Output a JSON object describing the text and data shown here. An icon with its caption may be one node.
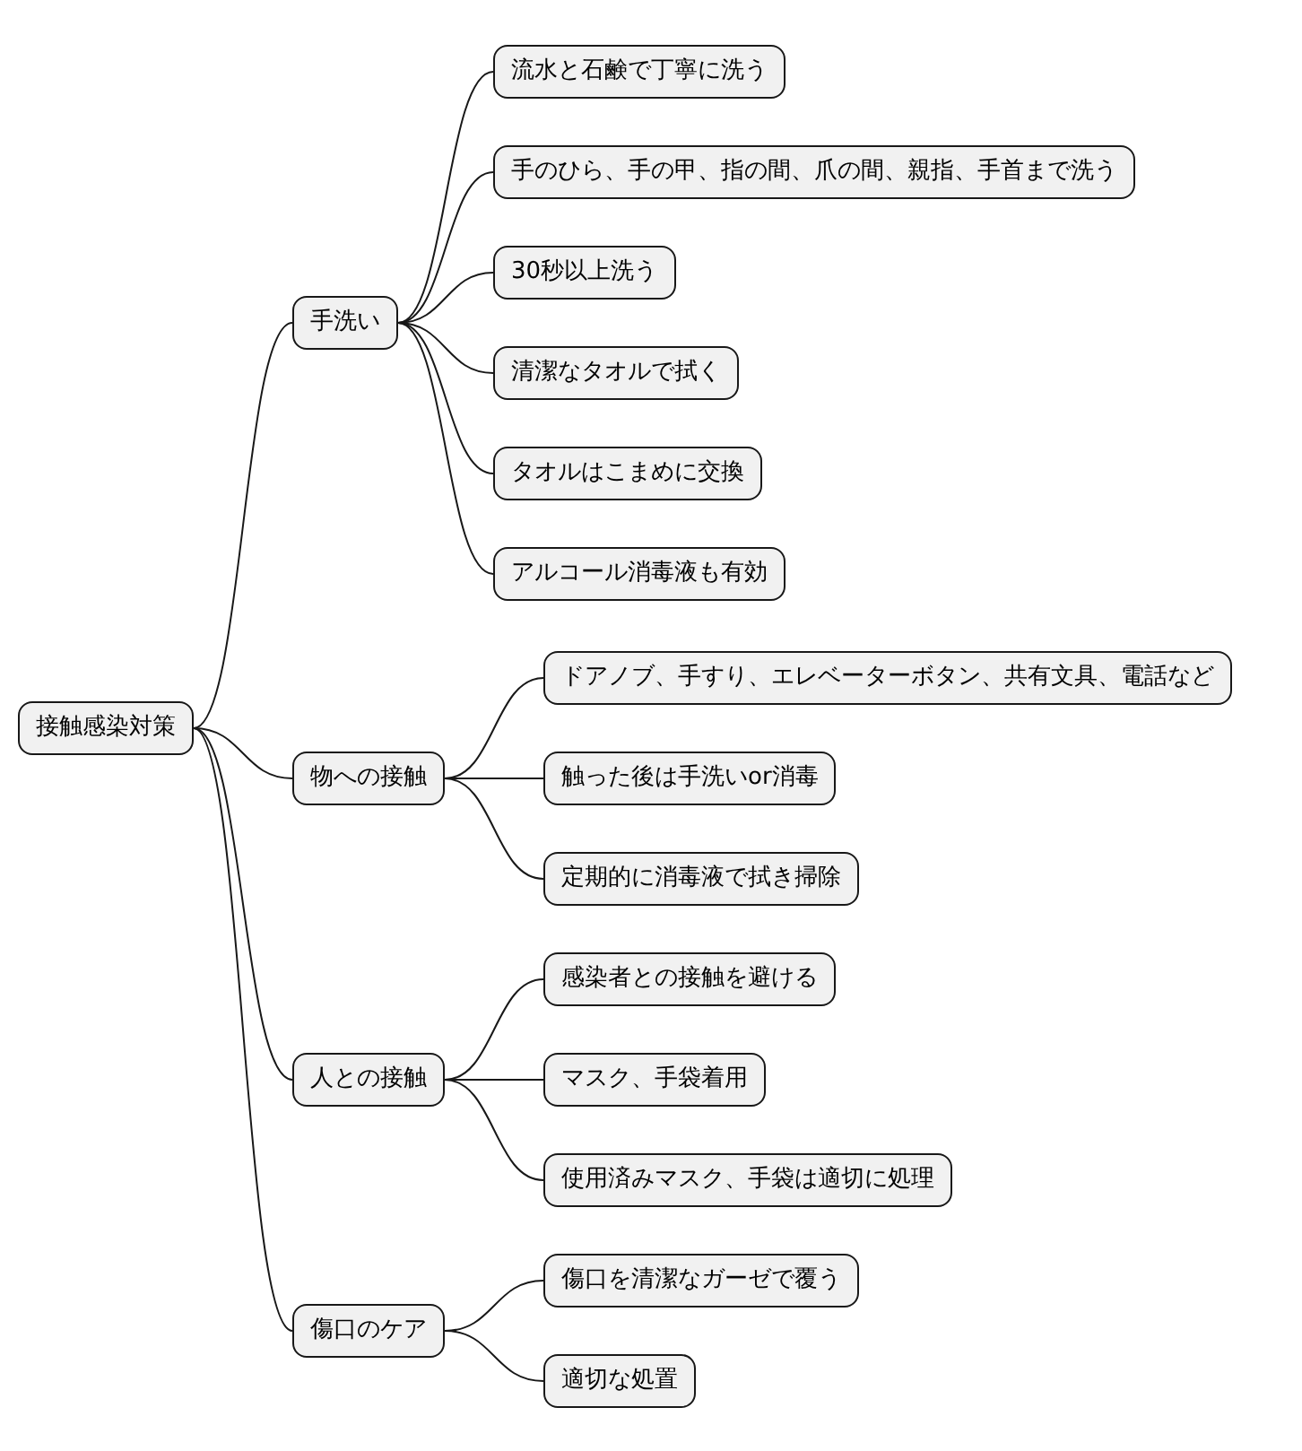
{
  "diagram": {
    "nodes": [
      {
        "text": [
          "接触感染対策"
        ]
      },
      {
        "text": [
          "手洗い"
        ]
      },
      {
        "text": [
          "流水と石鹸で丁寧に洗う"
        ]
      },
      {
        "text": [
          "手のひら、手の甲、指の間、爪の間、親指、手首まで洗う"
        ]
      },
      {
        "text": [
          "30秒以上洗う"
        ]
      },
      {
        "text": [
          "清潔なタオルで拭く"
        ]
      },
      {
        "text": [
          "タオルはこまめに交換"
        ]
      },
      {
        "text": [
          "アルコール消毒液も有効"
        ]
      },
      {
        "text": [
          "物への接触"
        ]
      },
      {
        "text": [
          "ドアノブ、手すり、エレベーターボタン、共有文具、電話など"
        ]
      },
      {
        "text": [
          "触った後は手洗いor消毒"
        ]
      },
      {
        "text": [
          "定期的に消毒液で拭き掃除"
        ]
      },
      {
        "text": [
          "人との接触"
        ]
      },
      {
        "text": [
          "感染者との接触を避ける"
        ]
      },
      {
        "text": [
          "マスク、手袋着用"
        ]
      },
      {
        "text": [
          "使用済みマスク、手袋は適切に処理"
        ]
      },
      {
        "text": [
          "傷口のケア"
        ]
      },
      {
        "text": [
          "傷口を清潔なガーゼで覆う"
        ]
      },
      {
        "text": [
          "適切な処置"
        ]
      }
    ],
    "edges": [
      {
        "from": 0,
        "to": 1,
        "arrow": "none"
      },
      {
        "from": 1,
        "to": 2,
        "arrow": "none"
      },
      {
        "from": 1,
        "to": 3,
        "arrow": "none"
      },
      {
        "from": 1,
        "to": 4,
        "arrow": "none"
      },
      {
        "from": 1,
        "to": 5,
        "arrow": "none"
      },
      {
        "from": 1,
        "to": 6,
        "arrow": "none"
      },
      {
        "from": 1,
        "to": 7,
        "arrow": "none"
      },
      {
        "from": 0,
        "to": 8,
        "arrow": "none"
      },
      {
        "from": 8,
        "to": 9,
        "arrow": "none"
      },
      {
        "from": 8,
        "to": 10,
        "arrow": "none"
      },
      {
        "from": 8,
        "to": 11,
        "arrow": "none"
      },
      {
        "from": 0,
        "to": 12,
        "arrow": "none"
      },
      {
        "from": 12,
        "to": 13,
        "arrow": "none"
      },
      {
        "from": 12,
        "to": 14,
        "arrow": "none"
      },
      {
        "from": 12,
        "to": 15,
        "arrow": "none"
      },
      {
        "from": 0,
        "to": 16,
        "arrow": "none"
      },
      {
        "from": 16,
        "to": 17,
        "arrow": "none"
      },
      {
        "from": 16,
        "to": 18,
        "arrow": "none"
      }
    ]
  }
}
